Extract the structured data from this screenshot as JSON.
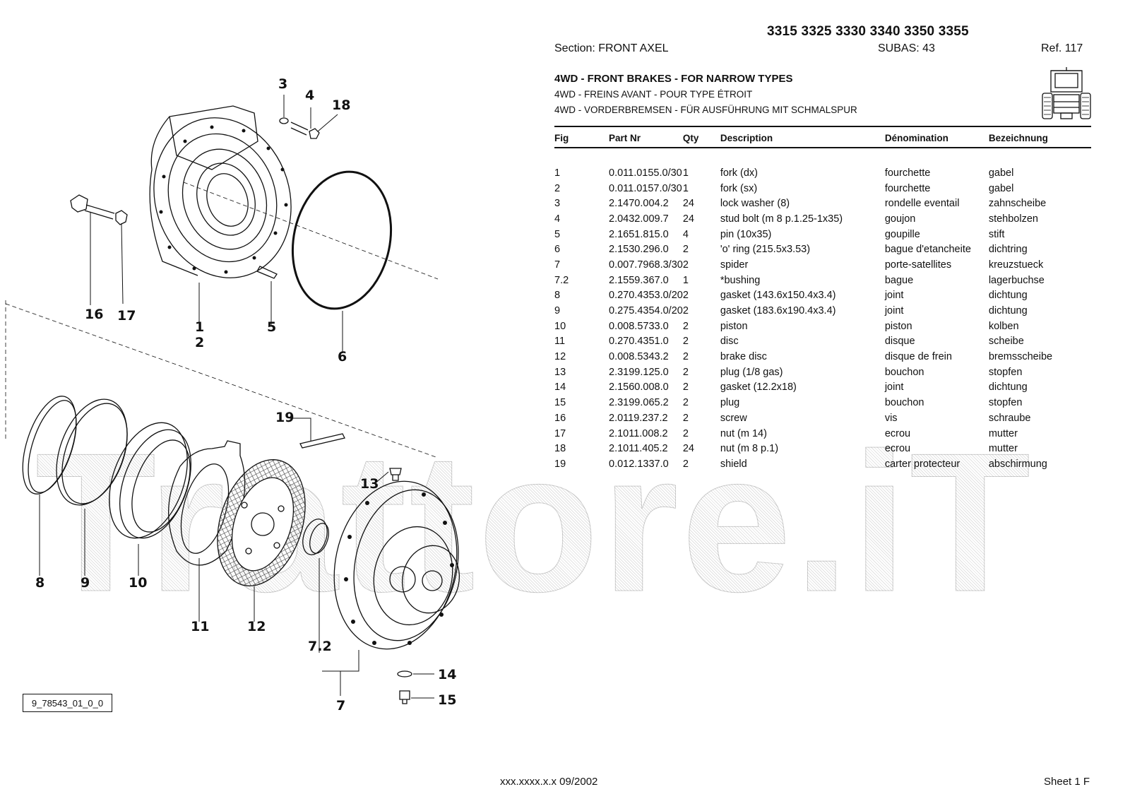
{
  "header": {
    "models": "3315 3325 3330 3340 3350 3355",
    "section": "Section: FRONT AXEL",
    "subas": "SUBAS: 43",
    "ref": "Ref. 117",
    "title_en": "4WD - FRONT BRAKES - FOR NARROW TYPES",
    "title_fr": "4WD - FREINS AVANT - POUR TYPE ÉTROIT",
    "title_de": "4WD - VORDERBREMSEN - FÜR AUSFÜHRUNG MIT SCHMALSPUR"
  },
  "table": {
    "columns": [
      "Fig",
      "Part Nr",
      "Qty",
      "Description",
      "Dénomination",
      "Bezeichnung"
    ],
    "rows": [
      [
        "1",
        "0.011.0155.0/30",
        "1",
        "fork (dx)",
        "fourchette",
        "gabel"
      ],
      [
        "2",
        "0.011.0157.0/30",
        "1",
        "fork (sx)",
        "fourchette",
        "gabel"
      ],
      [
        "3",
        "2.1470.004.2",
        "24",
        "lock washer (8)",
        "rondelle eventail",
        "zahnscheibe"
      ],
      [
        "4",
        "2.0432.009.7",
        "24",
        "stud bolt (m 8 p.1.25-1x35)",
        "goujon",
        "stehbolzen"
      ],
      [
        "5",
        "2.1651.815.0",
        "4",
        "pin (10x35)",
        "goupille",
        "stift"
      ],
      [
        "6",
        "2.1530.296.0",
        "2",
        "'o' ring (215.5x3.53)",
        "bague d'etancheite",
        "dichtring"
      ],
      [
        "7",
        "0.007.7968.3/30",
        "2",
        "spider",
        "porte-satellites",
        "kreuzstueck"
      ],
      [
        "7.2",
        "2.1559.367.0",
        "1",
        "*bushing",
        "bague",
        "lagerbuchse"
      ],
      [
        "8",
        "0.270.4353.0/20",
        "2",
        "gasket (143.6x150.4x3.4)",
        "joint",
        "dichtung"
      ],
      [
        "9",
        "0.275.4354.0/20",
        "2",
        "gasket (183.6x190.4x3.4)",
        "joint",
        "dichtung"
      ],
      [
        "10",
        "0.008.5733.0",
        "2",
        "piston",
        "piston",
        "kolben"
      ],
      [
        "11",
        "0.270.4351.0",
        "2",
        "disc",
        "disque",
        "scheibe"
      ],
      [
        "12",
        "0.008.5343.2",
        "2",
        "brake disc",
        "disque de frein",
        "bremsscheibe"
      ],
      [
        "13",
        "2.3199.125.0",
        "2",
        "plug (1/8 gas)",
        "bouchon",
        "stopfen"
      ],
      [
        "14",
        "2.1560.008.0",
        "2",
        "gasket (12.2x18)",
        "joint",
        "dichtung"
      ],
      [
        "15",
        "2.3199.065.2",
        "2",
        "plug",
        "bouchon",
        "stopfen"
      ],
      [
        "16",
        "2.0119.237.2",
        "2",
        "screw",
        "vis",
        "schraube"
      ],
      [
        "17",
        "2.1011.008.2",
        "2",
        "nut (m 14)",
        "ecrou",
        "mutter"
      ],
      [
        "18",
        "2.1011.405.2",
        "24",
        "nut (m 8 p.1)",
        "ecrou",
        "mutter"
      ],
      [
        "19",
        "0.012.1337.0",
        "2",
        "shield",
        "carter protecteur",
        "abschirmung"
      ]
    ]
  },
  "diagram": {
    "drawing_code": "9_78543_01_0_0",
    "callouts": {
      "c3": "3",
      "c4": "4",
      "c18": "18",
      "c16": "16",
      "c17": "17",
      "c1": "1",
      "c2": "2",
      "c5": "5",
      "c6": "6",
      "c19": "19",
      "c13": "13",
      "c8": "8",
      "c9": "9",
      "c10": "10",
      "c11": "11",
      "c12": "12",
      "c72": "7.2",
      "c7": "7",
      "c14": "14",
      "c15": "15"
    }
  },
  "watermark": "Trattore.iT",
  "footer": {
    "code_date": "xxx.xxxx.x.x  09/2002",
    "sheet": "Sheet 1 F"
  }
}
